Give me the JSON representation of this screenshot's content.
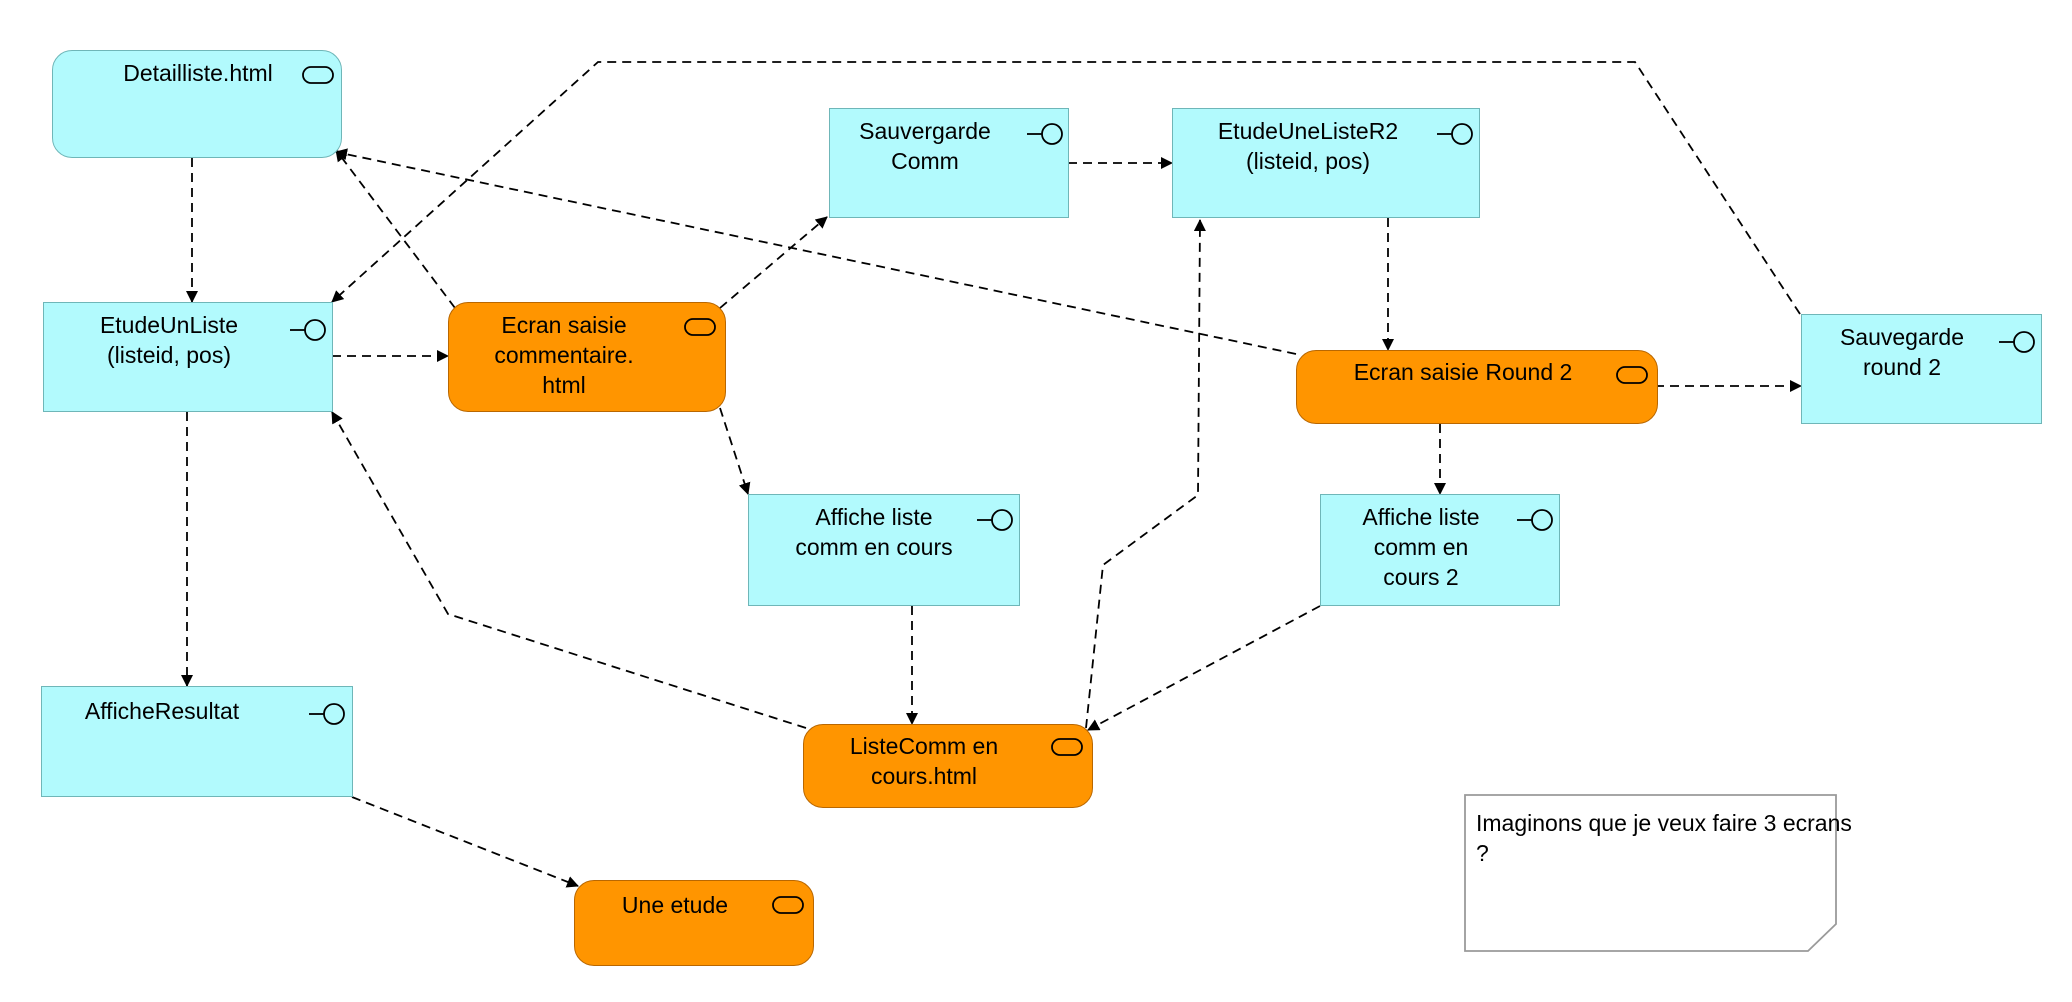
{
  "nodes": {
    "detailliste": "Detailliste.html",
    "etudeunliste": "EtudeUnListe\n(listeid, pos)",
    "ecran_saisie_commentaire": "Ecran saisie\ncommentaire.\nhtml",
    "sauvegarde_comm": "Sauvergarde\nComm",
    "etudeunelister2": "EtudeUneListeR2\n(listeid, pos)",
    "ecran_saisie_round2": "Ecran saisie Round 2",
    "sauvegarde_round2": "Sauvegarde\nround 2",
    "affiche_liste_comm": "Affiche liste\ncomm en cours",
    "affiche_liste_comm2": "Affiche liste\ncomm en\ncours 2",
    "afficheresultat": "AfficheResultat",
    "listecomm": "ListeComm en\ncours.html",
    "une_etude": "Une etude"
  },
  "note": {
    "text": "Imaginons que je veux faire 3 ecrans ?"
  },
  "colors": {
    "boundary_fill": "#b2fafd",
    "boundary_stroke": "#6fb6b8",
    "screen_fill": "#ff9500",
    "screen_stroke": "#b96700",
    "edge": "#000000"
  },
  "icons": {
    "boundary": "boundary-icon",
    "screen": "screen-icon"
  }
}
